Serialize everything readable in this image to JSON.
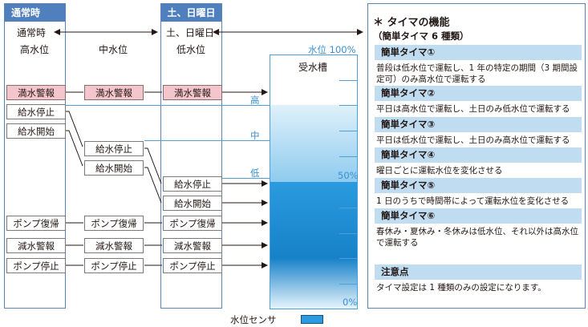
{
  "columns": {
    "normal_header": "通常時",
    "weekend_header": "土、日曜日",
    "normal_label": "通常時",
    "weekend_label": "土、日曜日",
    "high_level": "高水位",
    "mid_level": "中水位",
    "low_level": "低水位"
  },
  "events": {
    "overflow_alarm": "満水警報",
    "supply_stop": "給水停止",
    "supply_start": "給水開始",
    "pump_recovery": "ポンプ復帰",
    "low_water_alarm": "減水警報",
    "pump_stop": "ポンプ停止"
  },
  "tank": {
    "title": "受水槽",
    "level_100": "水位 100%",
    "level_50": "50%",
    "level_0": "0%",
    "mark_high": "高",
    "mark_mid": "中",
    "mark_low": "低",
    "sensor_label": "水位センサ"
  },
  "timer_panel": {
    "title": "＊ タイマの機能",
    "subtitle": "（簡単タイマ 6 種類）",
    "timers": [
      {
        "name": "簡単タイマ①",
        "desc": "普段は低水位で運転し、1 年の特定の期間（3 期間設定可）のみ高水位で運転する"
      },
      {
        "name": "簡単タイマ②",
        "desc": "平日は高水位で運転し、土日のみ低水位で運転する"
      },
      {
        "name": "簡単タイマ③",
        "desc": "平日は低水位で運転し、土日のみ高水位で運転する"
      },
      {
        "name": "簡単タイマ④",
        "desc": "曜日ごとに運転水位を変化させる"
      },
      {
        "name": "簡単タイマ⑤",
        "desc": "1 日のうちで時間帯によって運転水位を変化させる"
      },
      {
        "name": "簡単タイマ⑥",
        "desc": "春休み・夏休み・冬休みは低水位、それ以外は高水位で運転する"
      }
    ],
    "note_title": "注意点",
    "note_text": "タイマ設定は 1 種類のみの設定になります。"
  },
  "colors": {
    "header_blue": "#4f80bd",
    "water_light": "#8fcbee",
    "water_dark": "#1e8fd6",
    "alarm_pink": "#f3c5cc",
    "timer_head": "#bfdcf1"
  }
}
